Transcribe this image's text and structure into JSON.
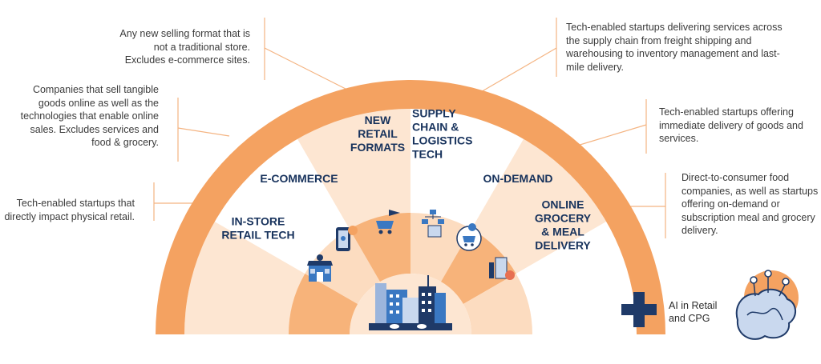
{
  "segments": [
    {
      "id": "instore",
      "lines": [
        "IN-STORE",
        "RETAIL TECH"
      ],
      "description": "Tech-enabled startups that directly impact physical retail.",
      "icon": "storefront-icon"
    },
    {
      "id": "ecommerce",
      "lines": [
        "E-COMMERCE"
      ],
      "description": "Companies that sell tangible goods online as well as the technologies that enable online sales. Excludes services and food & grocery.",
      "icon": "mobile-shopping-icon"
    },
    {
      "id": "newretail",
      "lines": [
        "NEW",
        "RETAIL",
        "FORMATS"
      ],
      "description": "Any new selling format that is not a traditional store. Excludes e-commerce sites.",
      "icon": "drone-cart-icon"
    },
    {
      "id": "supplychain",
      "lines": [
        "SUPPLY",
        "CHAIN &",
        "LOGISTICS",
        "TECH"
      ],
      "description": "Tech-enabled startups delivering services across the supply chain from freight shipping and warehousing to inventory management and last-mile delivery.",
      "icon": "logistics-icon"
    },
    {
      "id": "ondemand",
      "lines": [
        "ON-DEMAND"
      ],
      "description": "Tech-enabled startups offering immediate delivery of goods and services.",
      "icon": "cart-check-icon"
    },
    {
      "id": "grocery",
      "lines": [
        "ONLINE",
        "GROCERY",
        "& MEAL",
        "DELIVERY"
      ],
      "description": "Direct-to-consumer food companies, as well as startups offering on-demand or subscription meal and grocery delivery.",
      "icon": "grocery-bag-icon"
    }
  ],
  "descriptions": {
    "newretail": [
      "Any new selling format that is",
      "not a traditional store.",
      "Excludes e-commerce sites."
    ],
    "ecommerce": [
      "Companies that sell tangible",
      "goods online as well as the",
      "technologies that enable online",
      "sales. Excludes services and",
      "food & grocery."
    ],
    "instore": [
      "Tech-enabled startups that",
      "directly impact physical retail."
    ],
    "supplychain": [
      "Tech-enabled startups delivering services across",
      "the supply chain from freight shipping and",
      "warehousing to inventory management and last-",
      "mile delivery."
    ],
    "ondemand": [
      "Tech-enabled startups offering",
      "immediate delivery of goods and",
      "services."
    ],
    "grocery": [
      "Direct-to-consumer food",
      "companies, as well as startups",
      "offering on-demand or",
      "subscription meal and grocery",
      "delivery."
    ]
  },
  "legend": {
    "label_line1": "AI in Retail",
    "label_line2": "and CPG",
    "icon": "plus-icon",
    "image_icon": "ai-brain-icon"
  },
  "center": {
    "icon": "city-skyline-icon"
  },
  "colors": {
    "arc_outer": "#f4a261",
    "fan_light": "#fde6d2",
    "fan_medium": "#fbd2ae",
    "inner_ring": "#f7b37a",
    "inner_ring_light": "#fcdcc0",
    "navy": "#1f3a68",
    "icon_blue": "#3a78c2",
    "text_gray": "#3b3b3b",
    "line_orange": "#f4b482"
  }
}
